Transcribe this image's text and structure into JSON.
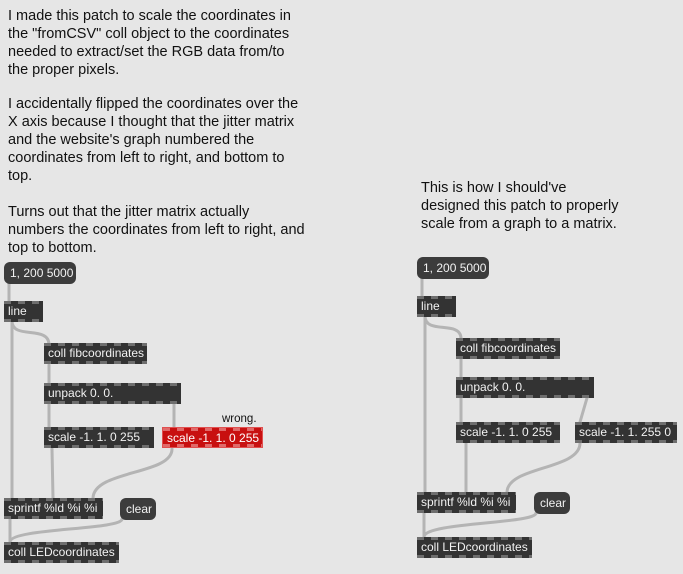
{
  "left": {
    "comment1": "I made this patch to scale the coordinates in the \"fromCSV\" coll object to the coordinates needed to extract/set the RGB data from/to the proper pixels.",
    "comment2": "I accidentally flipped the coordinates over the X axis because I thought that the jitter matrix and the website's graph numbered the coordinates from left to right, and bottom to top.",
    "comment3": "Turns out that the jitter matrix actually numbers the coordinates from left to right, and top to bottom.",
    "msg_ramp": "1, 200 5000",
    "line_obj": "line",
    "coll_fib": "coll fibcoordinates",
    "unpack": "unpack 0. 0.",
    "scale_x": "scale -1. 1. 0 255",
    "scale_y_wrong": "scale -1. 1. 0 255",
    "wrong_label": "wrong.",
    "sprintf": "sprintf %ld %i %i",
    "clear_msg": "clear",
    "coll_led": "coll LEDcoordinates"
  },
  "right": {
    "comment": "This is how I should've designed this patch to properly scale from a graph to a matrix.",
    "msg_ramp": "1, 200 5000",
    "line_obj": "line",
    "coll_fib": "coll fibcoordinates",
    "unpack": "unpack 0. 0.",
    "scale_x": "scale -1. 1. 0 255",
    "scale_y": "scale -1. 1. 255 0",
    "sprintf": "sprintf %ld %i %i",
    "clear_msg": "clear",
    "coll_led": "coll LEDcoordinates"
  },
  "colors": {
    "canvas": "#e6e6e6",
    "object": "#333333",
    "error_object": "#c81010",
    "cord": "#b4b4b4"
  }
}
